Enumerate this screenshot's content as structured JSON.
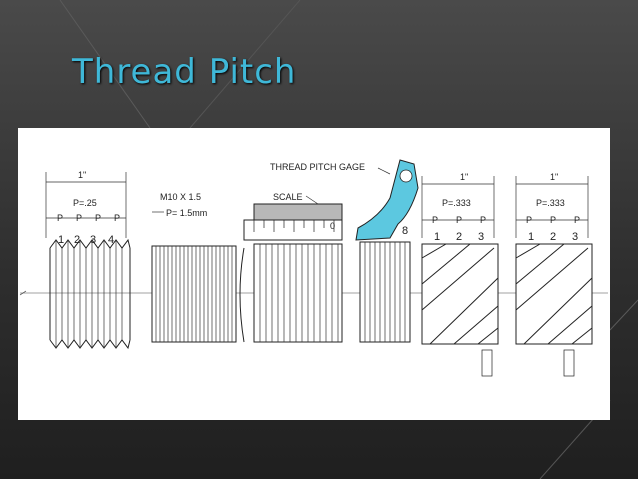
{
  "slide": {
    "title": "Thread Pitch"
  },
  "diagram": {
    "gage_label": "THREAD PITCH GAGE",
    "scale_label": "SCALE",
    "inch_mark": "1\"",
    "fig1": {
      "pitch": "P=.25",
      "p": "P",
      "thread_numbers": [
        "1",
        "2",
        "3",
        "4"
      ]
    },
    "fig2": {
      "size": "M10 X 1.5",
      "pitch": "P= 1.5mm"
    },
    "fig3": {
      "scale_zero": "0"
    },
    "fig4": {
      "gage_number": "8"
    },
    "fig5": {
      "pitch": "P=.333",
      "p": "P",
      "thread_numbers": [
        "1",
        "2",
        "3"
      ]
    },
    "fig6": {
      "pitch": "P=.333",
      "p": "P",
      "thread_numbers": [
        "1",
        "2",
        "3"
      ]
    }
  },
  "colors": {
    "title": "#3fb8d8",
    "gage": "#5cc8e0",
    "background": "#3a3a3a"
  }
}
